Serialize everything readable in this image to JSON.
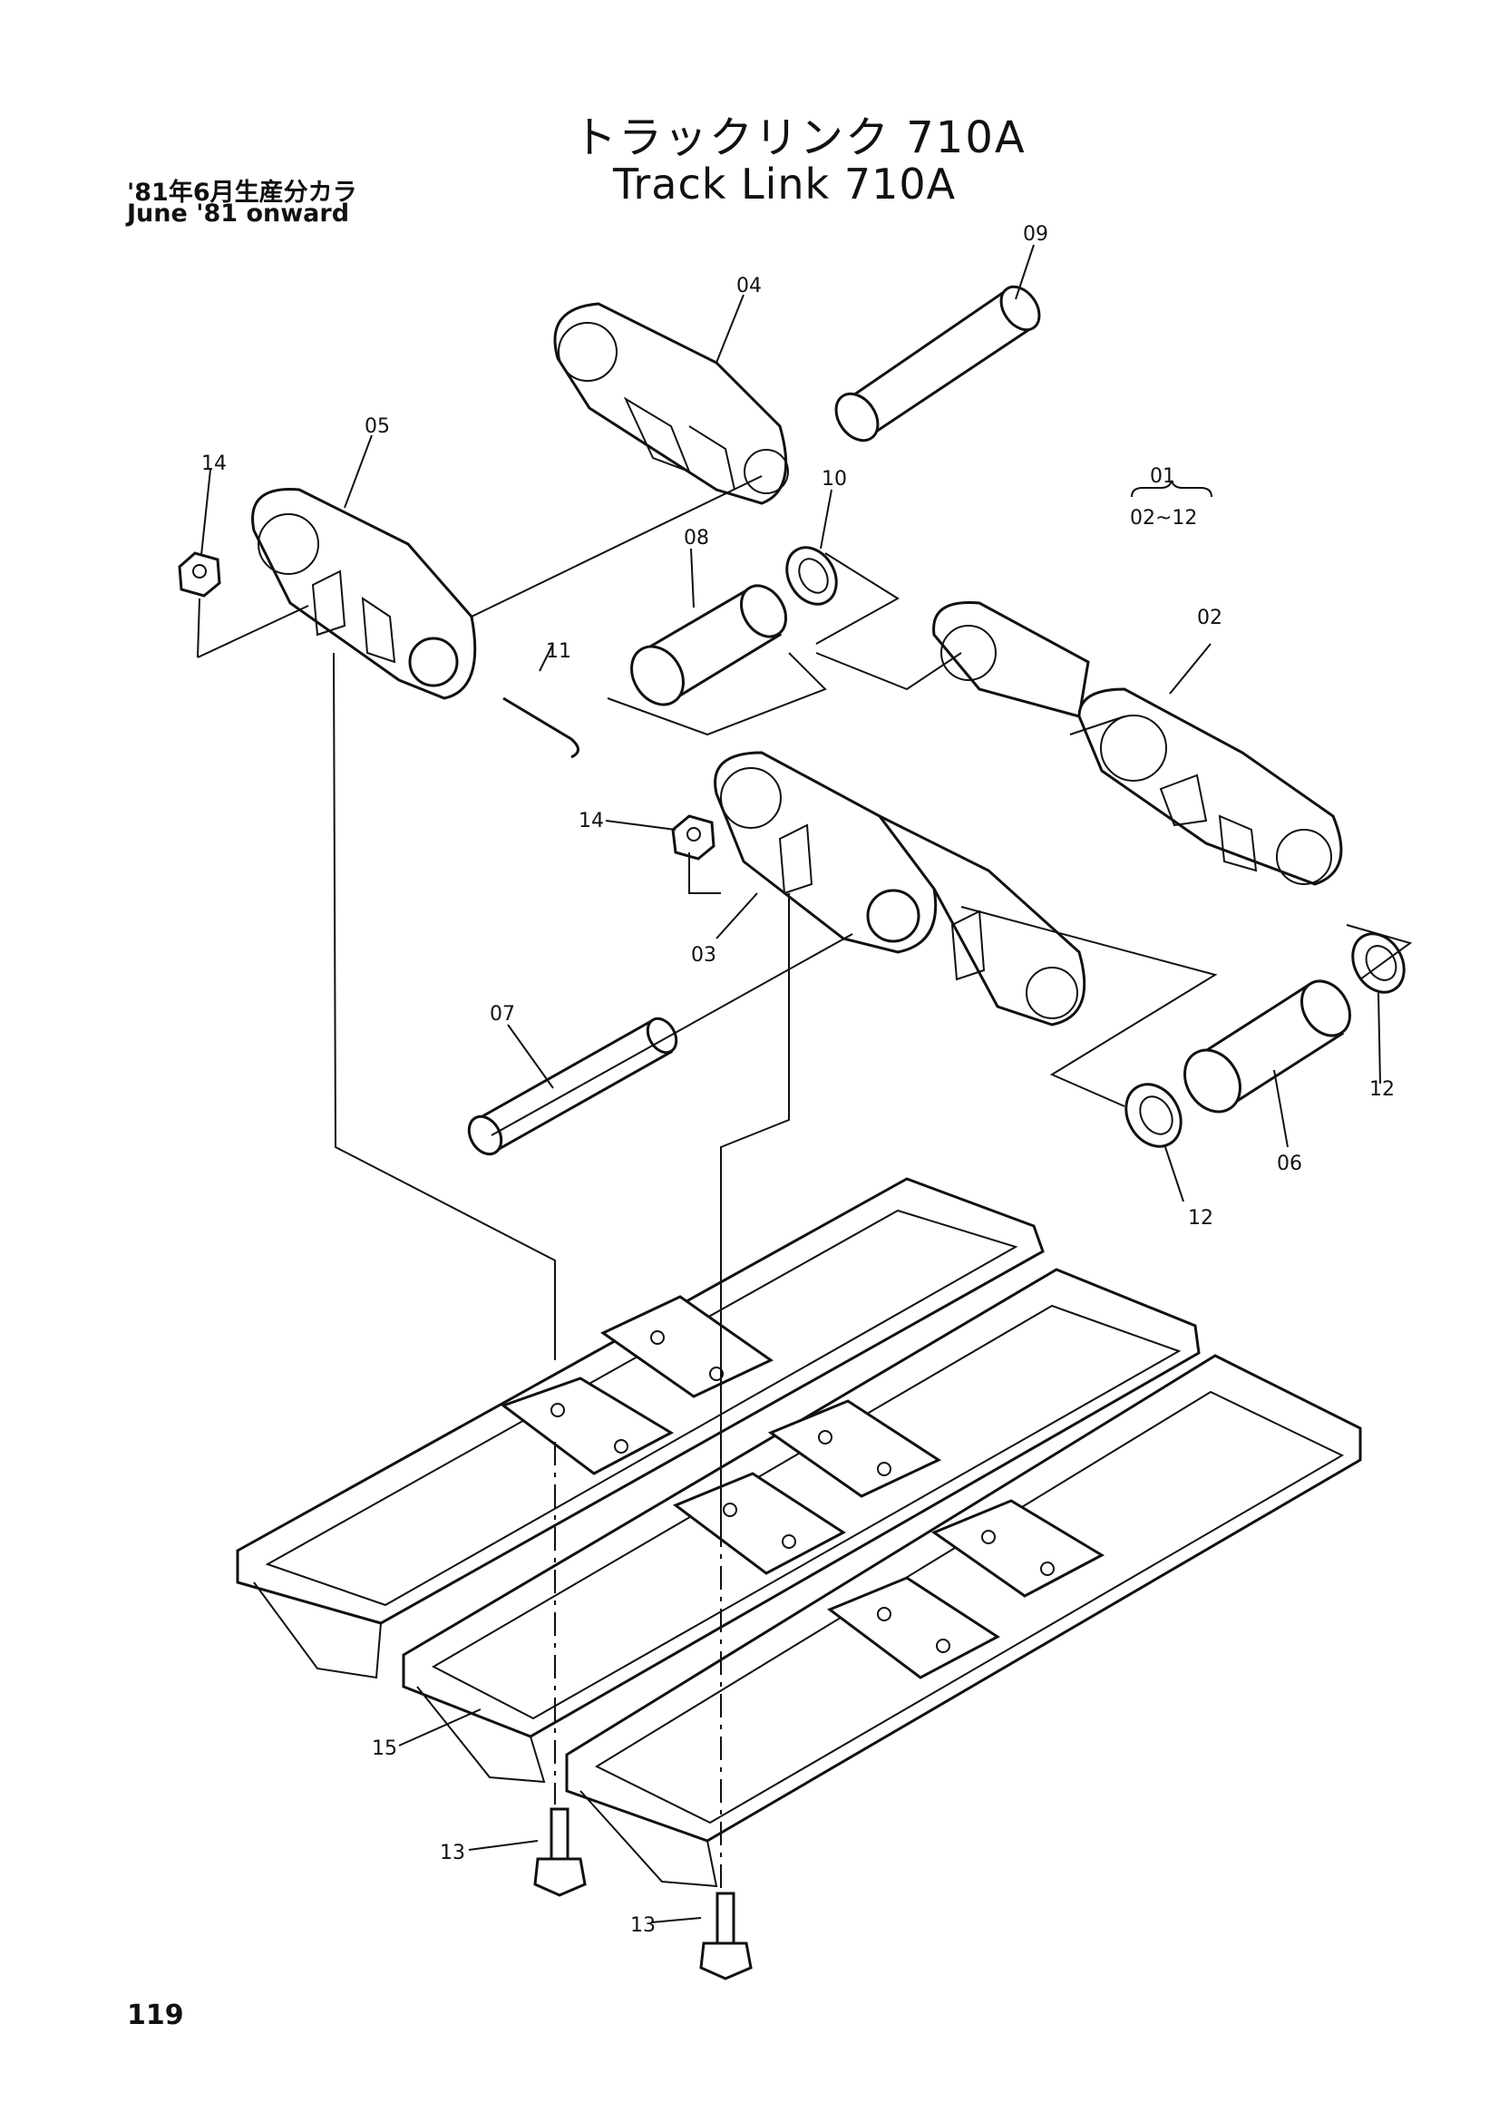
{
  "header": {
    "title_jp": "トラックリンク 710A",
    "title_en": "Track Link 710A",
    "subtitle_jp": "'81年6月生産分カラ",
    "subtitle_en": "June '81 onward"
  },
  "assembly": {
    "number": "01",
    "range": "02~12"
  },
  "callouts": {
    "c02": "02",
    "c03": "03",
    "c04": "04",
    "c05": "05",
    "c06": "06",
    "c07": "07",
    "c08": "08",
    "c09": "09",
    "c10": "10",
    "c11": "11",
    "c12a": "12",
    "c12b": "12",
    "c13a": "13",
    "c13b": "13",
    "c14a": "14",
    "c14b": "14",
    "c15": "15"
  },
  "page_number": "119"
}
